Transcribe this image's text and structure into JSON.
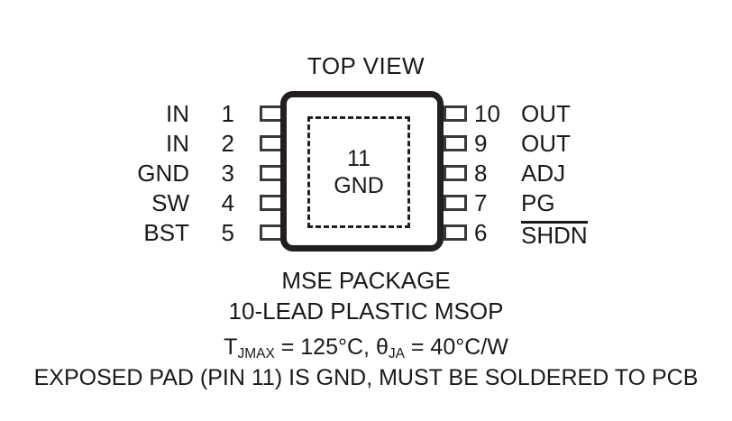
{
  "diagram": {
    "title": "TOP VIEW",
    "package_body": {
      "exposed_pad": {
        "number": "11",
        "name": "GND"
      }
    },
    "pins_left": [
      {
        "number": "1",
        "name": "IN",
        "active_low": false
      },
      {
        "number": "2",
        "name": "IN",
        "active_low": false
      },
      {
        "number": "3",
        "name": "GND",
        "active_low": false
      },
      {
        "number": "4",
        "name": "SW",
        "active_low": false
      },
      {
        "number": "5",
        "name": "BST",
        "active_low": false
      }
    ],
    "pins_right": [
      {
        "number": "10",
        "name": "OUT",
        "active_low": false
      },
      {
        "number": "9",
        "name": "OUT",
        "active_low": false
      },
      {
        "number": "8",
        "name": "ADJ",
        "active_low": false
      },
      {
        "number": "7",
        "name": "PG",
        "active_low": false
      },
      {
        "number": "6",
        "name": "SHDN",
        "active_low": true
      }
    ],
    "caption": {
      "package_name": "MSE PACKAGE",
      "lead_description": "10-LEAD PLASTIC MSOP",
      "thermal": {
        "tjmax_symbol": "T",
        "tjmax_subscript": "JMAX",
        "tjmax_value": " = 125°C, ",
        "theta_symbol": "θ",
        "theta_subscript": "JA",
        "theta_value": " = 40°C/W"
      },
      "exposed_pad_note": "EXPOSED PAD (PIN 11) IS GND, MUST BE SOLDERED TO PCB"
    }
  },
  "colors": {
    "ink": "#1a1a1a",
    "body_outline": "#231f20",
    "pin_outline": "#3a3a3c",
    "background": "#ffffff"
  }
}
